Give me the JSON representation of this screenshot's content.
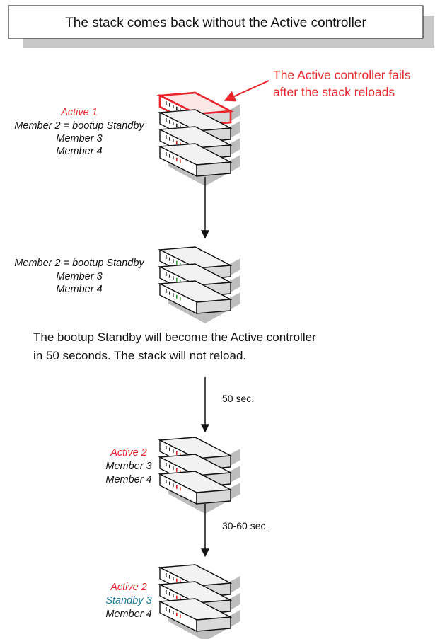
{
  "title": "The stack comes back without the Active controller",
  "callout": {
    "line1": "The Active controller fails",
    "line2": "after the stack reloads"
  },
  "stage1": {
    "labels": [
      "Active 1",
      "Member 2 = bootup Standby",
      "Member 3",
      "Member 4"
    ]
  },
  "stage2": {
    "labels": [
      "Member 2 = bootup Standby",
      "Member 3",
      "Member 4"
    ]
  },
  "note": {
    "line1": "The bootup Standby will become the Active controller",
    "line2": "in 50 seconds. The stack will not reload."
  },
  "arrow_50": "50 sec.",
  "stage3": {
    "labels": [
      "Active 2",
      "Member 3",
      "Member 4"
    ]
  },
  "arrow_3060": "30-60 sec.",
  "stage4": {
    "labels": [
      "Active 2",
      "Standby 3",
      "Member 4"
    ]
  },
  "colors": {
    "active": "#e8242c",
    "standby": "#1f7a99",
    "text": "#111111",
    "shadow": "#c8c8c8"
  }
}
